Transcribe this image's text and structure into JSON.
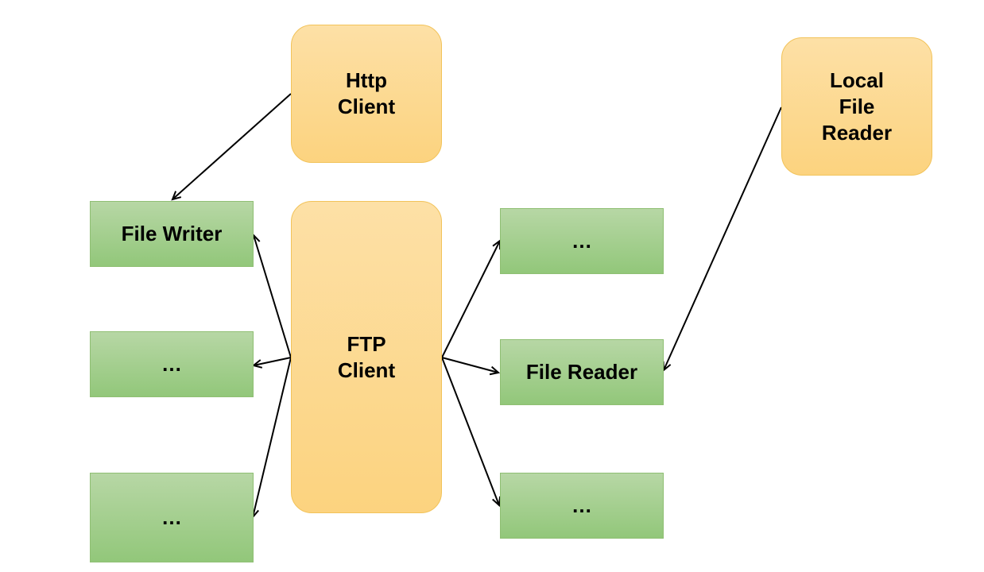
{
  "nodes": {
    "http_client": "Http\nClient",
    "ftp_client": "FTP\nClient",
    "local_file_reader": "Local\nFile\nReader",
    "file_writer": "File Writer",
    "left_box_2": "…",
    "left_box_3": "…",
    "right_box_1": "…",
    "file_reader": "File Reader",
    "right_box_3": "…"
  },
  "edges": [
    {
      "from": "Http Client",
      "to": "File Writer"
    },
    {
      "from": "FTP Client",
      "to": "File Writer"
    },
    {
      "from": "FTP Client",
      "to": "…"
    },
    {
      "from": "FTP Client",
      "to": "…"
    },
    {
      "from": "FTP Client",
      "to": "…"
    },
    {
      "from": "FTP Client",
      "to": "File Reader"
    },
    {
      "from": "FTP Client",
      "to": "…"
    },
    {
      "from": "Local File Reader",
      "to": "File Reader"
    }
  ],
  "colors": {
    "client_fill": "#fcd37f",
    "component_fill": "#a5cf8f",
    "arrow": "#000000"
  }
}
